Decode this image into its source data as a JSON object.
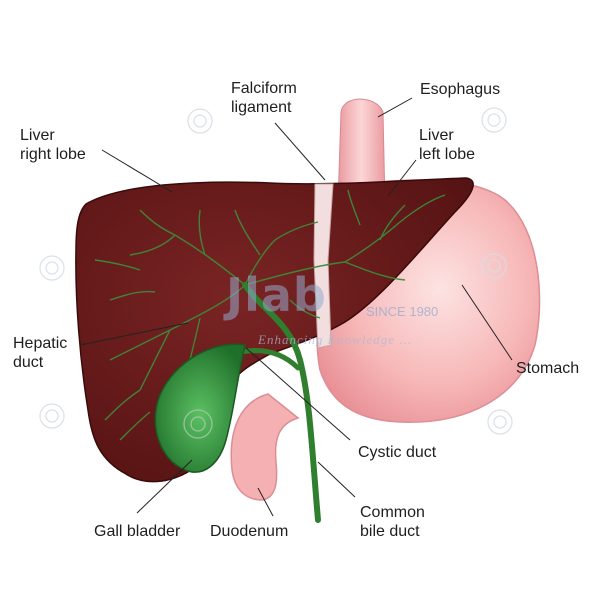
{
  "labels": {
    "falciform": [
      "Falciform",
      "ligament"
    ],
    "esophagus": "Esophagus",
    "liver_right_lobe": [
      "Liver",
      "right lobe"
    ],
    "liver_left_lobe": [
      "Liver",
      "left lobe"
    ],
    "hepatic_duct": [
      "Hepatic",
      "duct"
    ],
    "stomach": "Stomach",
    "cystic_duct": "Cystic duct",
    "common_bile_duct": [
      "Common",
      "bile duct"
    ],
    "gall_bladder": "Gall bladder",
    "duodenum": "Duodenum"
  },
  "watermark": {
    "title": "Jlab",
    "since": "SINCE 1980",
    "tagline": "Enhancing Knowledge ..."
  },
  "colors": {
    "liver": "#6b1a1a",
    "liver_outline": "#3a0a0a",
    "vessels": "#3f8a3a",
    "gallbladder": "#2f8f3a",
    "stomach": "#f7b8b8",
    "ligament": "#f2dede"
  }
}
